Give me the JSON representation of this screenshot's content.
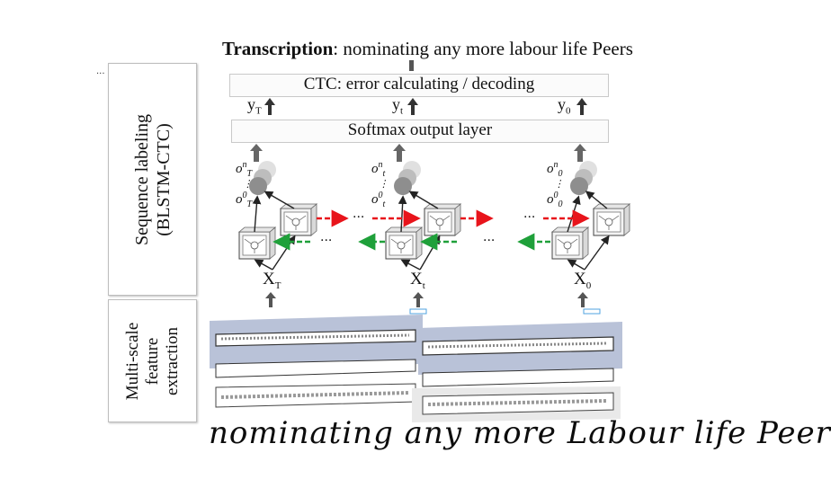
{
  "title": {
    "bold": "Transcription",
    "rest": ": nominating any more labour life Peers"
  },
  "corner_dots": "...",
  "side_labels": {
    "sequence": [
      "Sequence labeling",
      "(BLSTM-CTC)"
    ],
    "multiscale": [
      "Multi-scale",
      "feature",
      "extraction"
    ]
  },
  "ctc_box": "CTC: error calculating / decoding",
  "softmax_box": "Softmax output layer",
  "y_labels": {
    "T": {
      "base": "y",
      "sub": "T"
    },
    "t": {
      "base": "y",
      "sub": "t"
    },
    "zero": {
      "base": "y",
      "sub": "0"
    }
  },
  "x_labels": {
    "T": {
      "base": "X",
      "sub": "T"
    },
    "t": {
      "base": "X",
      "sub": "t"
    },
    "zero": {
      "base": "X",
      "sub": "0"
    }
  },
  "o_labels": {
    "T": {
      "top": "o",
      "top_sup": "n",
      "top_sub": "T",
      "bottom": "o",
      "bottom_sup": "0",
      "bottom_sub": "T"
    },
    "t": {
      "top": "o",
      "top_sup": "n",
      "top_sub": "t",
      "bottom": "o",
      "bottom_sup": "0",
      "bottom_sub": "t"
    },
    "zero": {
      "top": "o",
      "top_sup": "n",
      "top_sub": "0",
      "bottom": "o",
      "bottom_sup": "0",
      "bottom_sub": "0"
    }
  },
  "ellipsis": "...",
  "handwriting": "nominating any more Labour life Peers",
  "colors": {
    "forward_arrow": "#e8141b",
    "backward_arrow": "#1fa03a",
    "panel_bg": "#b9c2d8",
    "gray_arrow": "#555555"
  }
}
